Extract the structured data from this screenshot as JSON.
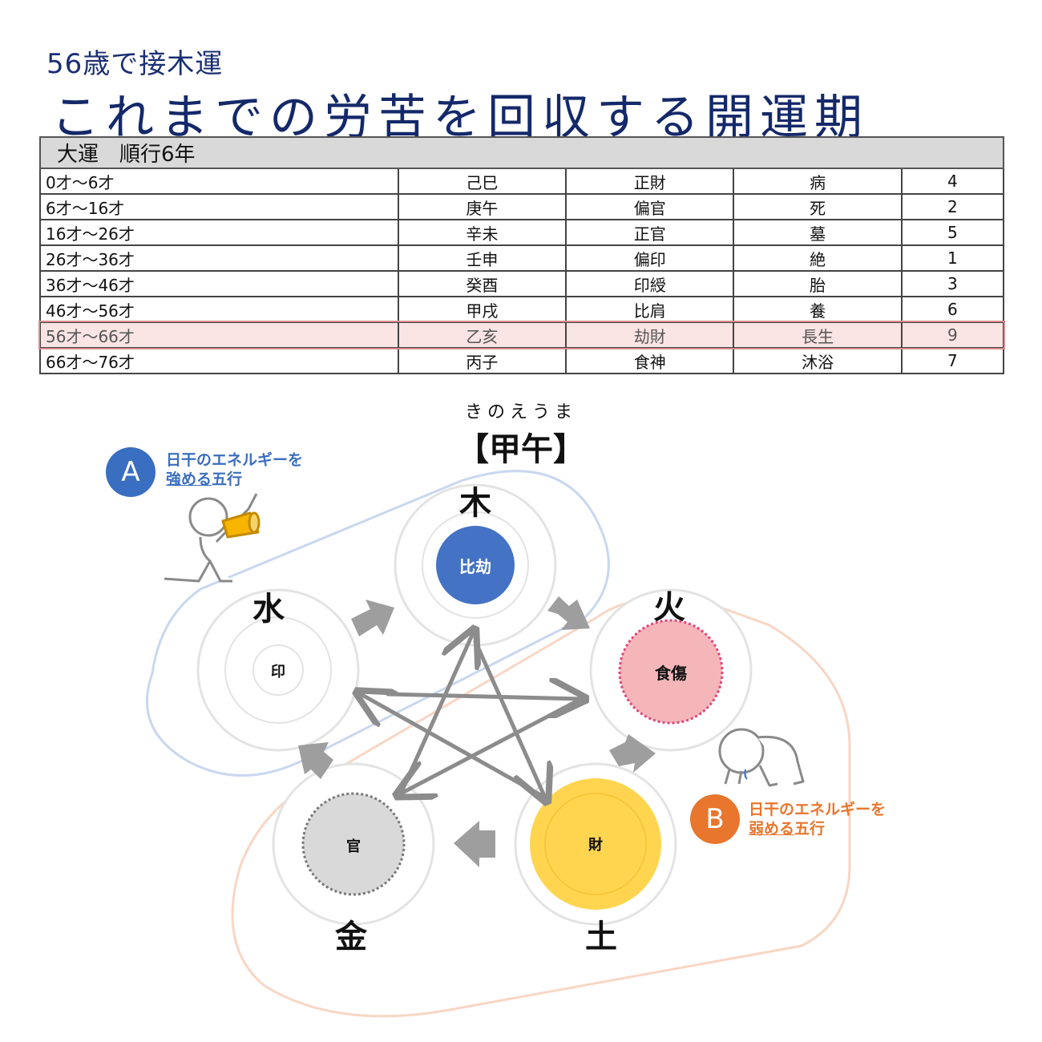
{
  "header": {
    "subtitle": "56歳で接木運",
    "title": "これまでの労苦を回収する開運期"
  },
  "table": {
    "header": "大運　順行6年",
    "rows": [
      {
        "age": "0才～6才",
        "ganzhi": "己巳",
        "star": "正財",
        "stage": "病",
        "score": "4"
      },
      {
        "age": "6才～16才",
        "ganzhi": "庚午",
        "star": "偏官",
        "stage": "死",
        "score": "2"
      },
      {
        "age": "16才～26才",
        "ganzhi": "辛未",
        "star": "正官",
        "stage": "墓",
        "score": "5"
      },
      {
        "age": "26才～36才",
        "ganzhi": "壬申",
        "star": "偏印",
        "stage": "絶",
        "score": "1"
      },
      {
        "age": "36才～46才",
        "ganzhi": "癸酉",
        "star": "印綬",
        "stage": "胎",
        "score": "3"
      },
      {
        "age": "46才～56才",
        "ganzhi": "甲戌",
        "star": "比肩",
        "stage": "養",
        "score": "6"
      },
      {
        "age": "56才～66才",
        "ganzhi": "乙亥",
        "star": "劫財",
        "stage": "長生",
        "score": "9"
      },
      {
        "age": "66才～76才",
        "ganzhi": "丙子",
        "star": "食神",
        "stage": "沐浴",
        "score": "7"
      }
    ],
    "highlight_row": 6
  },
  "diagram": {
    "furigana": "きのえうま",
    "day_pillar": "【甲午】",
    "elements": {
      "wood": "木",
      "fire": "火",
      "earth": "土",
      "metal": "金",
      "water": "水"
    },
    "nodes": {
      "wood": "比劫",
      "fire": "食傷",
      "earth": "財",
      "metal": "官",
      "water": "印"
    },
    "legend_a": {
      "badge": "A",
      "line1": "日干のエネルギーを",
      "line2_underlined": "強める",
      "line2_rest": "五行",
      "color": "#3a6ec0"
    },
    "legend_b": {
      "badge": "B",
      "line1": "日干のエネルギーを",
      "line2_underlined": "弱める",
      "line2_rest": "五行",
      "color": "#e8762d"
    },
    "colors": {
      "wood": "#4472c4",
      "fire": "#f4b6b8",
      "fire_border": "#e0457b",
      "earth": "#ffd54f",
      "metal": "#d9d9d9",
      "arrow": "#9e9e9e"
    }
  }
}
